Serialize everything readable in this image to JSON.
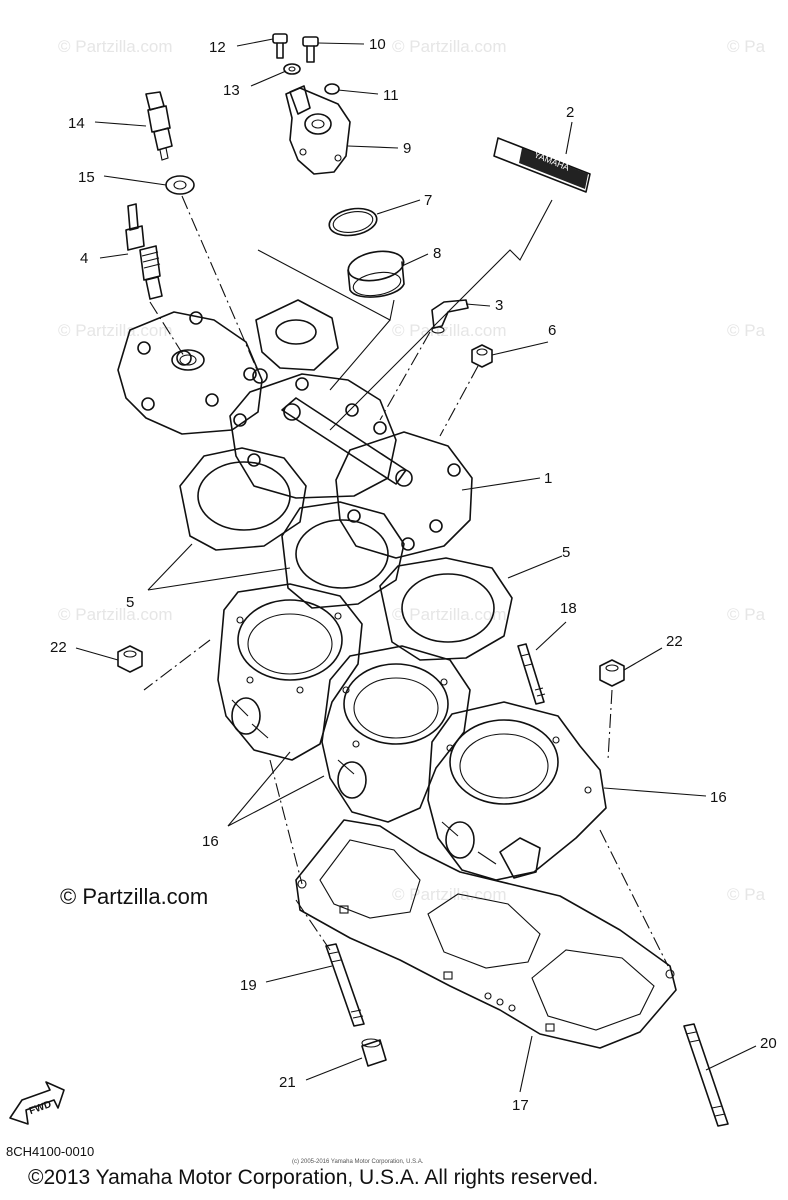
{
  "watermarks": [
    "© Partzilla.com",
    "© Partzilla.com",
    "© Pa",
    "© Partzilla.com",
    "© Partzilla.com",
    "© Pa",
    "© Partzilla.com",
    "© Partzilla.com",
    "© Pa",
    "© Partzilla.com",
    "© Pa"
  ],
  "brand_text": "© Partzilla.com",
  "decal_text": "YAMAHA",
  "fwd_text": "FWD",
  "diagram_code": "8CH4100-0010",
  "tiny_copyright": "(c) 2005-2016 Yamaha Motor Corporation, U.S.A.",
  "copyright": "©2013 Yamaha Motor Corporation, U.S.A. All rights reserved.",
  "callouts": [
    {
      "key": "12",
      "label": "12"
    },
    {
      "key": "10",
      "label": "10"
    },
    {
      "key": "13",
      "label": "13"
    },
    {
      "key": "11",
      "label": "11"
    },
    {
      "key": "14",
      "label": "14"
    },
    {
      "key": "9",
      "label": "9"
    },
    {
      "key": "2",
      "label": "2"
    },
    {
      "key": "15",
      "label": "15"
    },
    {
      "key": "7",
      "label": "7"
    },
    {
      "key": "4",
      "label": "4"
    },
    {
      "key": "8",
      "label": "8"
    },
    {
      "key": "3",
      "label": "3"
    },
    {
      "key": "6",
      "label": "6"
    },
    {
      "key": "1",
      "label": "1"
    },
    {
      "key": "5a",
      "label": "5"
    },
    {
      "key": "5b",
      "label": "5"
    },
    {
      "key": "18",
      "label": "18"
    },
    {
      "key": "22a",
      "label": "22"
    },
    {
      "key": "22b",
      "label": "22"
    },
    {
      "key": "16a",
      "label": "16"
    },
    {
      "key": "16b",
      "label": "16"
    },
    {
      "key": "19",
      "label": "19"
    },
    {
      "key": "20",
      "label": "20"
    },
    {
      "key": "21",
      "label": "21"
    },
    {
      "key": "17",
      "label": "17"
    }
  ]
}
